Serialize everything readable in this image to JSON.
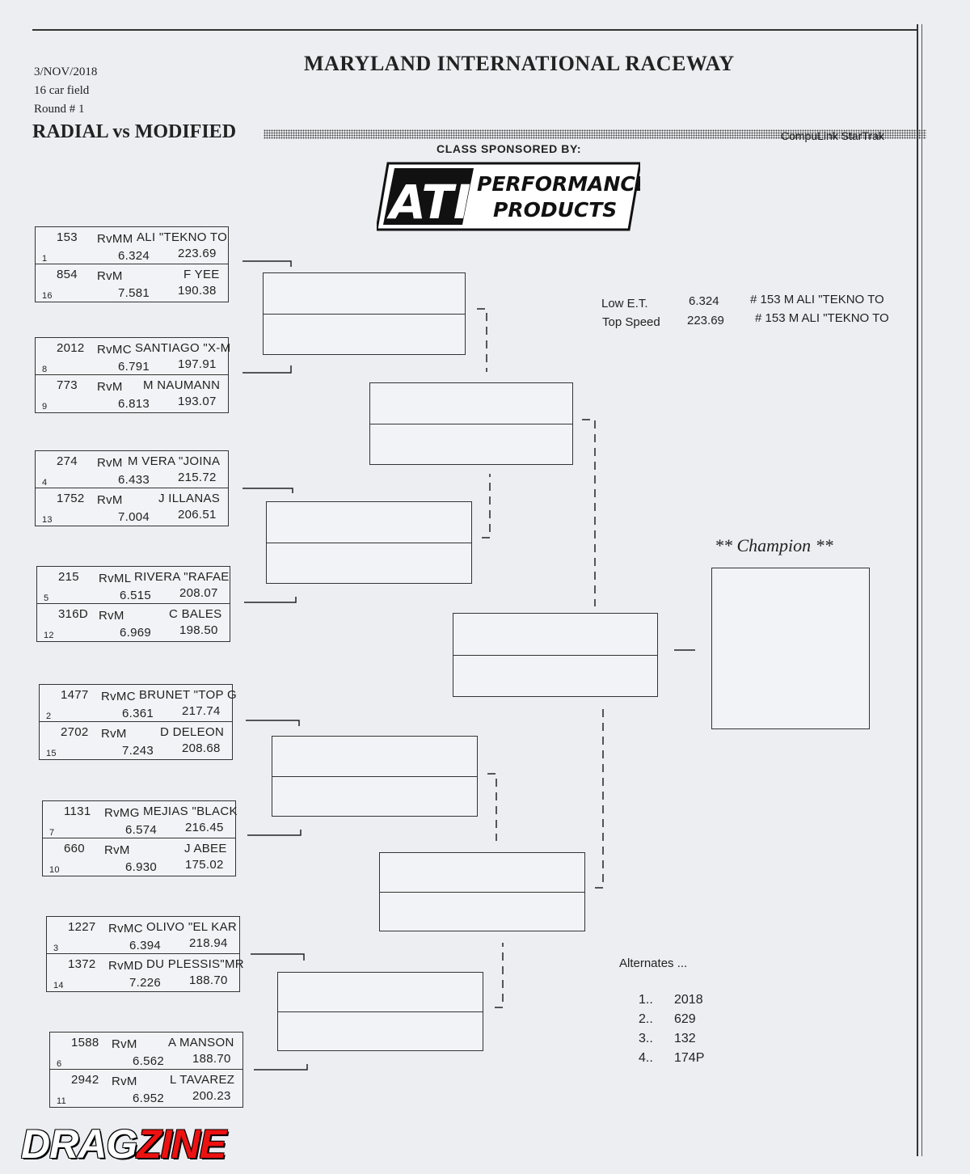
{
  "header": {
    "date": "3/NOV/2018",
    "field": "16 car field",
    "round": "Round # 1",
    "track": "MARYLAND INTERNATIONAL RACEWAY",
    "class_name": "RADIAL vs MODIFIED",
    "system": "CompuLink StarTrak",
    "sponsor_label": "CLASS SPONSORED BY:",
    "sponsor_logo_text": [
      "ATI",
      "PERFORMANCE",
      "PRODUCTS"
    ]
  },
  "pairs": [
    {
      "top": {
        "num": "153",
        "class": "RvMM",
        "name": "ALI \"TEKNO TO",
        "et": "6.324",
        "speed": "223.69",
        "seed": "1"
      },
      "bottom": {
        "num": "854",
        "class": "RvM",
        "name": "F YEE",
        "et": "7.581",
        "speed": "190.38",
        "seed": "16"
      }
    },
    {
      "top": {
        "num": "2012",
        "class": "RvMC",
        "name": "SANTIAGO \"X-M",
        "et": "6.791",
        "speed": "197.91",
        "seed": "8"
      },
      "bottom": {
        "num": "773",
        "class": "RvM",
        "name": "M NAUMANN",
        "et": "6.813",
        "speed": "193.07",
        "seed": "9"
      }
    },
    {
      "top": {
        "num": "274",
        "class": "RvM",
        "name": "M VERA \"JOINA",
        "et": "6.433",
        "speed": "215.72",
        "seed": "4"
      },
      "bottom": {
        "num": "1752",
        "class": "RvM",
        "name": "J ILLANAS",
        "et": "7.004",
        "speed": "206.51",
        "seed": "13"
      }
    },
    {
      "top": {
        "num": "215",
        "class": "RvML",
        "name": "RIVERA \"RAFAE",
        "et": "6.515",
        "speed": "208.07",
        "seed": "5"
      },
      "bottom": {
        "num": "316D",
        "class": "RvM",
        "name": "C BALES",
        "et": "6.969",
        "speed": "198.50",
        "seed": "12"
      }
    },
    {
      "top": {
        "num": "1477",
        "class": "RvMC",
        "name": "BRUNET \"TOP G",
        "et": "6.361",
        "speed": "217.74",
        "seed": "2"
      },
      "bottom": {
        "num": "2702",
        "class": "RvM",
        "name": "D DELEON",
        "et": "7.243",
        "speed": "208.68",
        "seed": "15"
      }
    },
    {
      "top": {
        "num": "1131",
        "class": "RvMG",
        "name": "MEJIAS \"BLACK",
        "et": "6.574",
        "speed": "216.45",
        "seed": "7"
      },
      "bottom": {
        "num": "660",
        "class": "RvM",
        "name": "J ABEE",
        "et": "6.930",
        "speed": "175.02",
        "seed": "10"
      }
    },
    {
      "top": {
        "num": "1227",
        "class": "RvMC",
        "name": "OLIVO \"EL KAR",
        "et": "6.394",
        "speed": "218.94",
        "seed": "3"
      },
      "bottom": {
        "num": "1372",
        "class": "RvMD",
        "name": "DU PLESSIS\"MR",
        "et": "7.226",
        "speed": "188.70",
        "seed": "14"
      }
    },
    {
      "top": {
        "num": "1588",
        "class": "RvM",
        "name": "A MANSON",
        "et": "6.562",
        "speed": "188.70",
        "seed": "6"
      },
      "bottom": {
        "num": "2942",
        "class": "RvM",
        "name": "L TAVAREZ",
        "et": "6.952",
        "speed": "200.23",
        "seed": "11"
      }
    }
  ],
  "stats": {
    "low_et_label": "Low  E.T.",
    "low_et_value": "6.324",
    "low_et_car": "# 153  M ALI \"TEKNO TO",
    "top_speed_label": "Top Speed",
    "top_speed_value": "223.69",
    "top_speed_car": "# 153  M ALI \"TEKNO TO"
  },
  "champion_label": "** Champion **",
  "alternates": {
    "title": "Alternates ...",
    "items": [
      {
        "rank": "1..",
        "car": "2018"
      },
      {
        "rank": "2..",
        "car": "629"
      },
      {
        "rank": "3..",
        "car": "132"
      },
      {
        "rank": "4..",
        "car": "174P"
      }
    ]
  },
  "watermark": {
    "part1": "DRAG",
    "part2": "ZINE"
  }
}
